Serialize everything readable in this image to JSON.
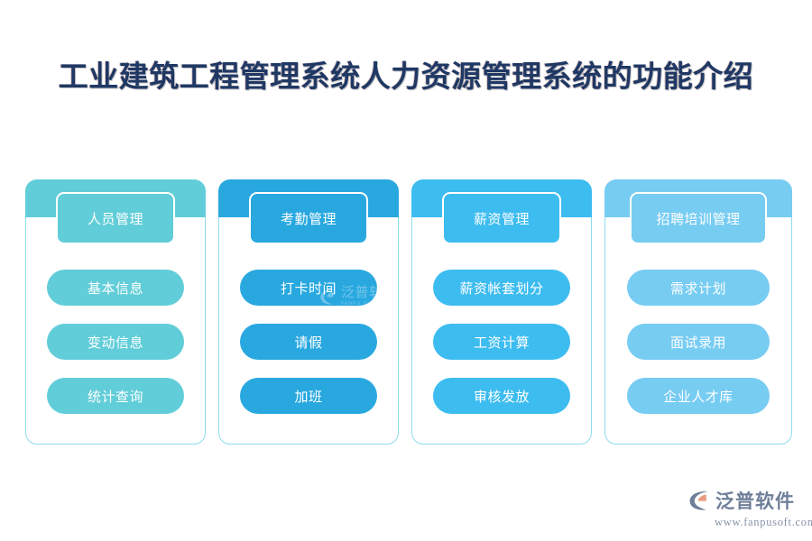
{
  "page": {
    "title": "工业建筑工程管理系统人力资源管理系统的功能介绍",
    "background_color": "#ffffff",
    "title_color": "#1f3864"
  },
  "columns": [
    {
      "header": "人员管理",
      "color": "#61cdd8",
      "items": [
        "基本信息",
        "变动信息",
        "统计查询"
      ]
    },
    {
      "header": "考勤管理",
      "color": "#29a8e0",
      "items": [
        "打卡时间",
        "请假",
        "加班"
      ]
    },
    {
      "header": "薪资管理",
      "color": "#3dbcf0",
      "items": [
        "薪资帐套划分",
        "工资计算",
        "审核发放"
      ]
    },
    {
      "header": "招聘培训管理",
      "color": "#77ccf2",
      "items": [
        "需求计划",
        "面试录用",
        "企业人才库"
      ]
    }
  ],
  "watermark": {
    "name_cn": "泛普软件",
    "name_en": "FANPU SOFTWARE"
  },
  "brand": {
    "name_cn": "泛普软件",
    "url": "www.fanpusoft.com",
    "text_color": "#6f7f99",
    "accent_color": "#e99a7e"
  }
}
